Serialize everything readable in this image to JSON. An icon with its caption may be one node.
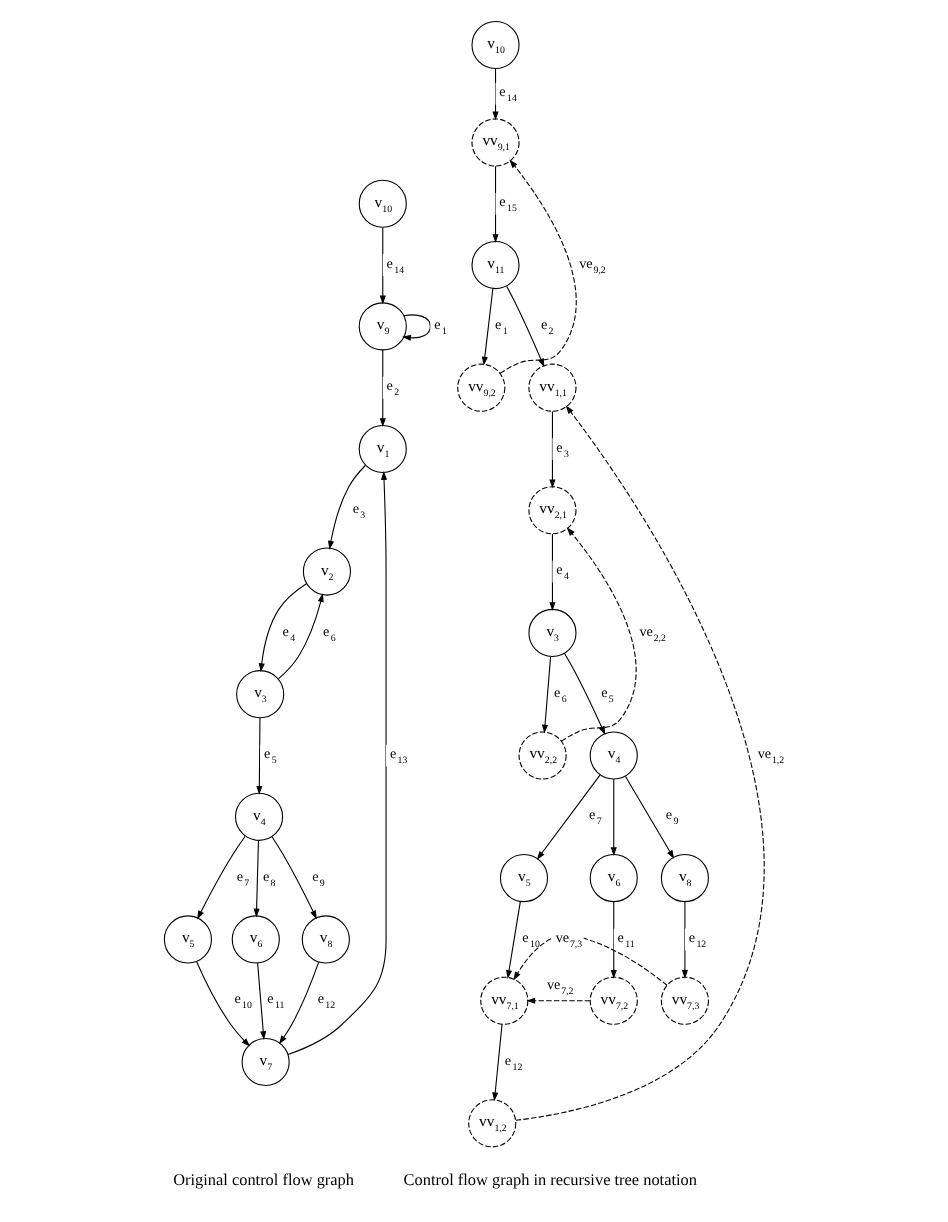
{
  "diagram": {
    "nodes": [
      {
        "text": [
          "v$_{10}$"
        ]
      },
      {
        "text": [
          "v$_{9}$"
        ]
      },
      {
        "text": [
          "v$_{1}$"
        ]
      },
      {
        "text": [
          "v$_{2}$"
        ]
      },
      {
        "text": [
          "v$_{3}$"
        ]
      },
      {
        "text": [
          "v$_{4}$"
        ]
      },
      {
        "text": [
          "v$_{5}$"
        ]
      },
      {
        "text": [
          "v$_{6}$"
        ]
      },
      {
        "text": [
          "v$_{8}$"
        ]
      },
      {
        "text": [
          "v$_{7}$"
        ]
      },
      {
        "text": [
          "v$_{10}$"
        ]
      },
      {
        "text": [
          "vv$_{9,1}$"
        ]
      },
      {
        "text": [
          "v$_{11}$"
        ]
      },
      {
        "text": [
          "vv$_{9,2}$"
        ]
      },
      {
        "text": [
          "vv$_{1,1}$"
        ]
      },
      {
        "text": [
          "vv$_{2,1}$"
        ]
      },
      {
        "text": [
          "vv$_{2,2}$"
        ]
      },
      {
        "text": [
          "v$_{3}$"
        ]
      },
      {
        "text": [
          "v$_{4}$"
        ]
      },
      {
        "text": [
          "v$_{5}$"
        ]
      },
      {
        "text": [
          "v$_{6}$"
        ]
      },
      {
        "text": [
          "v$_{8}$"
        ]
      },
      {
        "text": [
          "vv$_{1,2}$"
        ]
      },
      {
        "text": [
          "vv$_{7,1}$"
        ]
      },
      {
        "text": [
          "vv$_{7,2}$"
        ]
      },
      {
        "text": [
          "vv$_{7,3}$"
        ]
      }
    ],
    "edges": [
      {
        "from": 1,
        "to": 1,
        "arrow": "to",
        "label": "e$_{1}$"
      },
      {
        "from": 0,
        "to": 1,
        "arrow": "to",
        "label": "e$_{14}$"
      },
      {
        "from": 1,
        "to": 2,
        "arrow": "to",
        "label": "e$_{2}$"
      },
      {
        "from": 2,
        "to": 3,
        "arrow": "to",
        "label": "e$_{3}$"
      },
      {
        "from": 3,
        "to": 4,
        "arrow": "to",
        "label": "e$_{4}$"
      },
      {
        "from": 4,
        "to": 3,
        "arrow": "to",
        "label": "e$_{6}$"
      },
      {
        "from": 4,
        "to": 5,
        "arrow": "to",
        "label": "e$_{5}$"
      },
      {
        "from": 5,
        "to": 6,
        "arrow": "to",
        "label": "e$_{7}$"
      },
      {
        "from": 5,
        "to": 7,
        "arrow": "to",
        "label": "e$_{8}$"
      },
      {
        "from": 5,
        "to": 8,
        "arrow": "to",
        "label": "e$_{9}$"
      },
      {
        "from": 6,
        "to": 9,
        "arrow": "to",
        "label": "e$_{10}$"
      },
      {
        "from": 7,
        "to": 9,
        "arrow": "to",
        "label": "e$_{11}$"
      },
      {
        "from": 8,
        "to": 9,
        "arrow": "to",
        "label": "e$_{12}$"
      },
      {
        "from": 9,
        "to": 2,
        "arrow": "to",
        "label": "e$_{13}$"
      },
      {
        "from": 10,
        "to": 11,
        "arrow": "to",
        "label": "e$_{14}$"
      },
      {
        "from": 11,
        "to": 12,
        "arrow": "to",
        "label": "e$_{15}$"
      },
      {
        "from": 12,
        "to": 13,
        "arrow": "to",
        "label": "e$_{1}$"
      },
      {
        "from": 13,
        "to": 11,
        "arrow": "to",
        "label": "ve$_{9,2}$",
        "style": "dashed"
      },
      {
        "from": 12,
        "to": 14,
        "arrow": "to",
        "label": "e$_{2}$"
      },
      {
        "from": 14,
        "to": 15,
        "arrow": "to",
        "label": "e$_{3}$"
      },
      {
        "from": 16,
        "to": 15,
        "arrow": "to",
        "label": "ve$_{2,2}$",
        "style": "dashed"
      },
      {
        "from": 15,
        "to": 17,
        "arrow": "to",
        "label": "e$_{4}$"
      },
      {
        "from": 17,
        "to": 16,
        "arrow": "to",
        "label": "e$_{6}$"
      },
      {
        "from": 17,
        "to": 18,
        "arrow": "to",
        "label": "e$_{5}$"
      },
      {
        "from": 18,
        "to": 19,
        "arrow": "to",
        "label": "e$_{7}$"
      },
      {
        "from": 18,
        "to": 20,
        "arrow": "to"
      },
      {
        "from": 18,
        "to": 21,
        "arrow": "to",
        "label": "e$_{9}$"
      },
      {
        "from": 19,
        "to": 23,
        "arrow": "to",
        "label": "e$_{10}$"
      },
      {
        "from": 20,
        "to": 24,
        "arrow": "to",
        "label": "e$_{11}$"
      },
      {
        "from": 21,
        "to": 25,
        "arrow": "to",
        "label": "e$_{12}$"
      },
      {
        "from": 23,
        "to": 22,
        "arrow": "to",
        "label": "e$_{12}$"
      },
      {
        "from": 22,
        "to": 14,
        "arrow": "to",
        "label": "ve$_{1,2}$",
        "style": "dashed"
      },
      {
        "from": 24,
        "to": 23,
        "arrow": "to",
        "label": "ve$_{7,2}$",
        "style": "dashed"
      },
      {
        "from": 25,
        "to": 23,
        "arrow": "to",
        "label": "ve$_{7,3}$",
        "style": "dashed"
      }
    ],
    "labels": [
      "Original control flow graph",
      "Control flow graph in recursive tree notation"
    ]
  }
}
